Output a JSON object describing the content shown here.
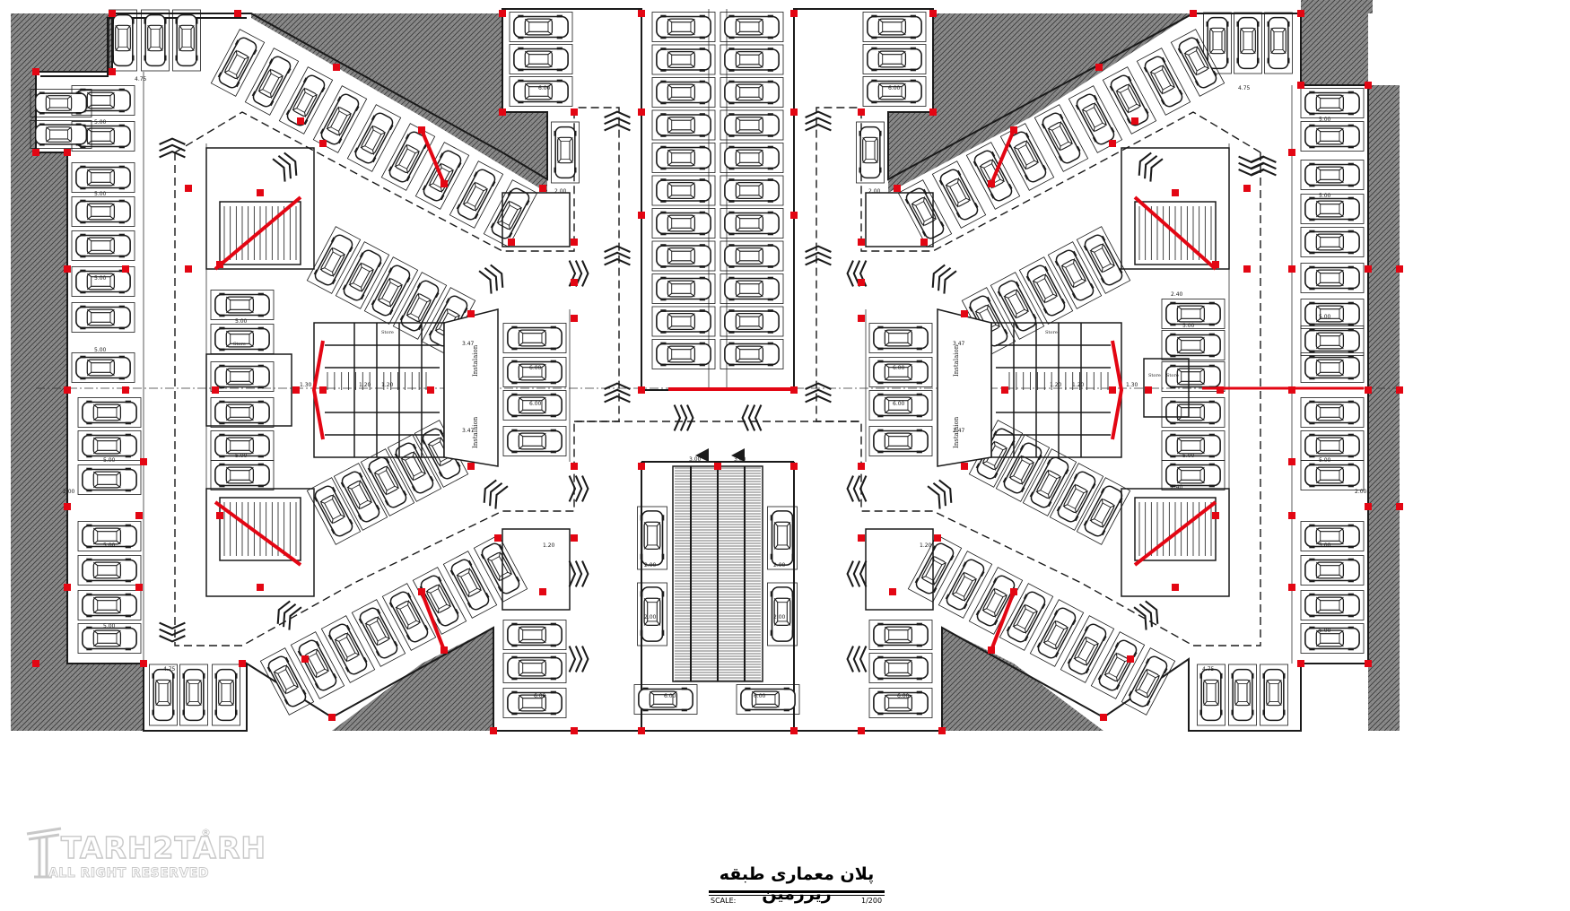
{
  "drawing": {
    "title": "پلان معماری طبقه زیرزمین",
    "scale_label": "SCALE:",
    "scale_value": "1/200"
  },
  "watermark": {
    "name": "TARH2TARH",
    "registered": "®",
    "rights": "ALL RIGHT RESERVED"
  },
  "labels": {
    "dim_space": "5.00",
    "dim_aisle": "6.00",
    "dim_mid": "3.00",
    "dim_small": "2.00",
    "dim_landing": "1.20",
    "dim_edge": "4.75",
    "dim_side": "1.30",
    "dim_room": "3.47",
    "dim_store": "2.40",
    "installation": "Instalaion",
    "store": "Store"
  },
  "colors": {
    "line": "#1a1a1a",
    "column": "#e30613",
    "hatch": "#555555",
    "background": "#ffffff"
  },
  "icons": [
    "car-icon",
    "column-marker",
    "chevron-arrow",
    "stair-icon",
    "ramp-icon"
  ]
}
